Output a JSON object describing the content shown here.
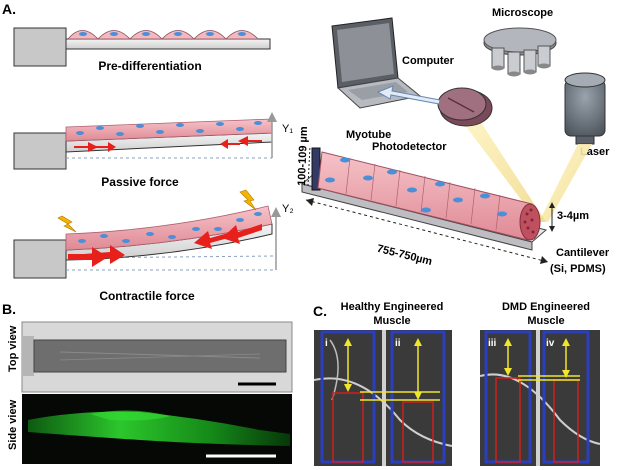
{
  "panels": {
    "a": "A.",
    "b": "B.",
    "c": "C."
  },
  "panel_a": {
    "stage_labels": [
      "Pre-differentiation",
      "Passive force",
      "Contractile force"
    ],
    "y_labels": [
      "Y₁",
      "Y₂"
    ],
    "setup": {
      "computer": "Computer",
      "microscope": "Microscope",
      "photodetector": "Photodetector",
      "laser": "Laser",
      "myotube": "Myotube",
      "width_label": "100-109 µm",
      "thickness_label": "3-4µm",
      "length_label": "755-750µm",
      "cantilever_label_1": "Cantilever",
      "cantilever_label_2": "(Si, PDMS)"
    }
  },
  "panel_b": {
    "top_view": "Top view",
    "side_view": "Side view"
  },
  "panel_c": {
    "healthy_1": "Healthy Engineered",
    "healthy_2": "Muscle",
    "dmd_1": "DMD Engineered",
    "dmd_2": "Muscle",
    "frames": [
      "i",
      "ii",
      "iii",
      "iv"
    ]
  },
  "colors": {
    "cell_pink": "#e8a0a8",
    "nucleus_blue": "#4a8fd8",
    "force_red": "#e8201c",
    "laser_yellow": "#f2e6a0",
    "frame_blue": "#2a3fbf",
    "fluor_green": "#1fa01f"
  }
}
